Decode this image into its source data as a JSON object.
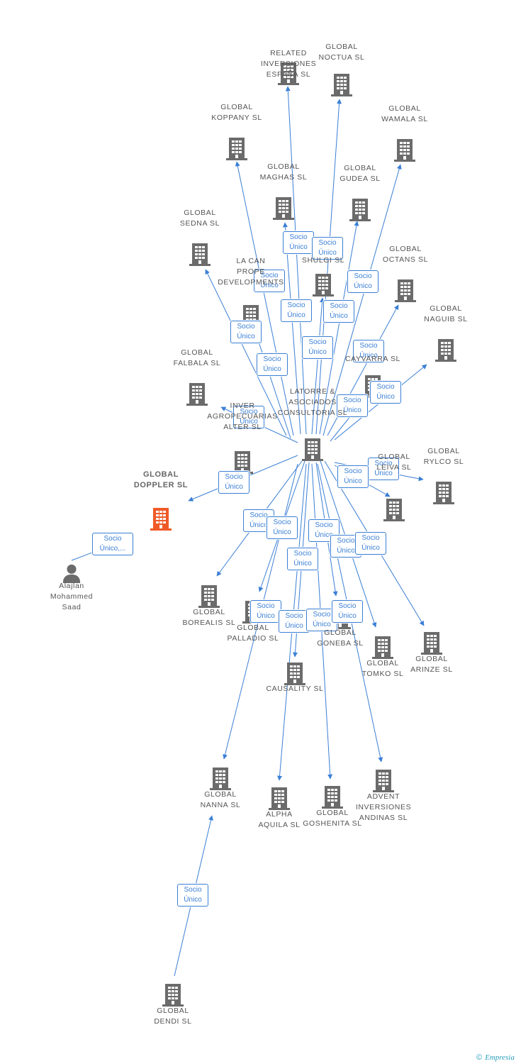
{
  "colors": {
    "edge": "#3a7fd5",
    "company": "#6b6b6b",
    "focus": "#f05a28",
    "person": "#6b6b6b"
  },
  "nodes": [
    {
      "id": "related",
      "label": "RELATED\nINVERSIONES\nESPAÑA SL",
      "type": "company"
    },
    {
      "id": "noctua",
      "label": "GLOBAL\nNOCTUA SL",
      "type": "company"
    },
    {
      "id": "koppany",
      "label": "GLOBAL\nKOPPANY SL",
      "type": "company"
    },
    {
      "id": "wamala",
      "label": "GLOBAL\nWAMALA SL",
      "type": "company"
    },
    {
      "id": "maghas",
      "label": "GLOBAL\nMAGHAS SL",
      "type": "company"
    },
    {
      "id": "gudea",
      "label": "GLOBAL\nGUDEA SL",
      "type": "company"
    },
    {
      "id": "sedna",
      "label": "GLOBAL\nSEDNA SL",
      "type": "company"
    },
    {
      "id": "shulgi",
      "label": "SHULGI SL",
      "type": "company"
    },
    {
      "id": "lacan",
      "label": "LA CAN\nPROPE\nDEVELOPMENTS",
      "type": "company"
    },
    {
      "id": "octans",
      "label": "GLOBAL\nOCTANS SL",
      "type": "company"
    },
    {
      "id": "naguib",
      "label": "GLOBAL\nNAGUIB SL",
      "type": "company"
    },
    {
      "id": "cayvarra",
      "label": "CAYVARRA SL",
      "type": "company"
    },
    {
      "id": "falbala",
      "label": "GLOBAL\nFALBALA SL",
      "type": "company"
    },
    {
      "id": "latorre",
      "label": "LATORRE &\nASOCIADOS\nCONSULTORIA SL",
      "type": "company"
    },
    {
      "id": "alter",
      "label": "INVER\nAGROPECUARIAS\nALTER SL",
      "type": "company"
    },
    {
      "id": "doppler",
      "label": "GLOBAL\nDOPPLER SL",
      "type": "focus"
    },
    {
      "id": "rylco",
      "label": "GLOBAL\nRYLCO SL",
      "type": "company"
    },
    {
      "id": "leiva",
      "label": "GLOBAL\nLEIVA SL",
      "type": "company"
    },
    {
      "id": "alajlan",
      "label": "Alajlan\nMohammed\nSaad",
      "type": "person"
    },
    {
      "id": "borealis",
      "label": "GLOBAL\nBOREALIS SL",
      "type": "company"
    },
    {
      "id": "palladio",
      "label": "GLOBAL\nPALLADIO SL",
      "type": "company"
    },
    {
      "id": "goneba",
      "label": "GLOBAL\nGONEBA SL",
      "type": "company"
    },
    {
      "id": "tomko",
      "label": "GLOBAL\nTOMKO SL",
      "type": "company"
    },
    {
      "id": "arinze",
      "label": "GLOBAL\nARINZE SL",
      "type": "company"
    },
    {
      "id": "causality",
      "label": "CAUSALITY SL",
      "type": "company"
    },
    {
      "id": "nanna",
      "label": "GLOBAL\nNANNA SL",
      "type": "company"
    },
    {
      "id": "alpha",
      "label": "ALPHA\nAQUILA SL",
      "type": "company"
    },
    {
      "id": "goshenita",
      "label": "GLOBAL\nGOSHENITA SL",
      "type": "company"
    },
    {
      "id": "advent",
      "label": "ADVENT\nINVERSIONES\nANDINAS SL",
      "type": "company"
    },
    {
      "id": "dendi",
      "label": "GLOBAL\nDENDI SL",
      "type": "company"
    }
  ],
  "edges": [
    {
      "from": "latorre",
      "to": "related",
      "label": "Socio\nÚnico"
    },
    {
      "from": "latorre",
      "to": "noctua",
      "label": "Socio\nÚnico"
    },
    {
      "from": "latorre",
      "to": "koppany",
      "label": "Socio\nÚnico"
    },
    {
      "from": "latorre",
      "to": "wamala",
      "label": "Socio\nÚnico"
    },
    {
      "from": "latorre",
      "to": "maghas",
      "label": "Socio\nÚnico"
    },
    {
      "from": "latorre",
      "to": "gudea",
      "label": "Socio\nÚnico"
    },
    {
      "from": "latorre",
      "to": "sedna",
      "label": "Socio\nÚnico"
    },
    {
      "from": "latorre",
      "to": "shulgi",
      "label": "Socio\nÚnico"
    },
    {
      "from": "latorre",
      "to": "lacan",
      "label": "Socio\nÚnico"
    },
    {
      "from": "latorre",
      "to": "octans",
      "label": "Socio\nÚnico"
    },
    {
      "from": "latorre",
      "to": "naguib",
      "label": "Socio\nÚnico"
    },
    {
      "from": "latorre",
      "to": "cayvarra",
      "label": "Socio\nÚnico"
    },
    {
      "from": "latorre",
      "to": "alter",
      "label": "Socio\nÚnico"
    },
    {
      "from": "latorre",
      "to": "doppler",
      "label": "Socio\nÚnico"
    },
    {
      "from": "latorre",
      "to": "rylco",
      "label": "Socio\nÚnico"
    },
    {
      "from": "latorre",
      "to": "leiva",
      "label": "Socio\nÚnico"
    },
    {
      "from": "latorre",
      "to": "borealis",
      "label": "Socio\nÚnico"
    },
    {
      "from": "latorre",
      "to": "palladio",
      "label": "Socio\nÚnico"
    },
    {
      "from": "latorre",
      "to": "goneba",
      "label": "Socio\nÚnico"
    },
    {
      "from": "latorre",
      "to": "tomko",
      "label": "Socio\nÚnico"
    },
    {
      "from": "latorre",
      "to": "arinze",
      "label": "Socio\nÚnico"
    },
    {
      "from": "latorre",
      "to": "causality",
      "label": "Socio\nÚnico"
    },
    {
      "from": "latorre",
      "to": "nanna",
      "label": "Socio\nÚnico"
    },
    {
      "from": "latorre",
      "to": "alpha",
      "label": "Socio\nÚnico"
    },
    {
      "from": "latorre",
      "to": "goshenita",
      "label": "Socio\nÚnico"
    },
    {
      "from": "latorre",
      "to": "advent",
      "label": "Socio\nÚnico"
    },
    {
      "from": "alajlan",
      "to": "doppler",
      "label": "Socio\nÚnico,..."
    },
    {
      "from": "dendi",
      "to": "nanna",
      "label": "Socio\nÚnico"
    }
  ],
  "credits": {
    "symbol": "©",
    "brand": "Empresia"
  }
}
